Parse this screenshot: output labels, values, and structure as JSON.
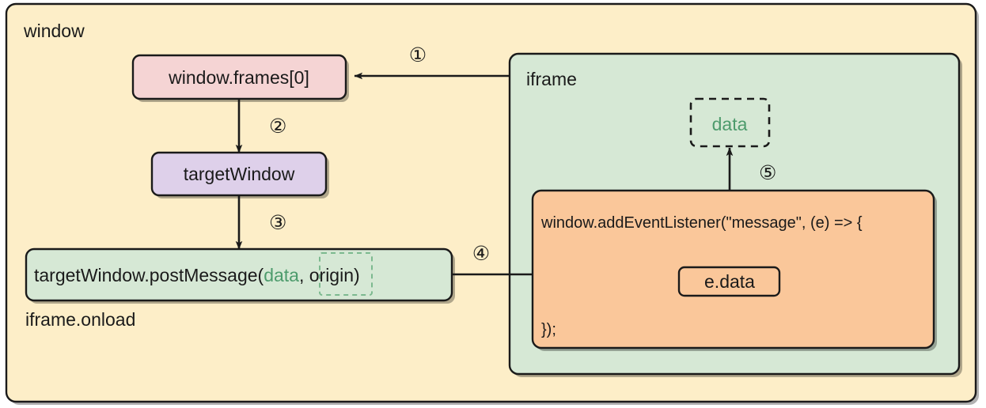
{
  "diagram": {
    "title_window": "window",
    "title_iframe": "iframe",
    "onload_label": "iframe.onload",
    "colors": {
      "window_fill": "#fdeec8",
      "iframe_fill": "#d6e8d5",
      "frames_fill": "#f5d4d4",
      "target_fill": "#ded0ea",
      "postmessage_fill": "#d6e8d5",
      "listener_fill": "#fac79a",
      "edata_fill": "#fac79a",
      "stroke": "#1a1a1a",
      "green_text": "#4d9b6c"
    },
    "nodes": {
      "frames": {
        "label": "window.frames[0]"
      },
      "target_window": {
        "label": "targetWindow"
      },
      "post_message": {
        "prefix": "targetWindow.postMessage(",
        "highlight": "data",
        "suffix": ", origin)"
      },
      "data_box": {
        "label": "data"
      },
      "listener": {
        "line1": "window.addEventListener(\"message\", (e) => {",
        "line2": "});"
      },
      "edata": {
        "label": "e.data"
      }
    },
    "steps": [
      {
        "id": "1",
        "glyph": "①",
        "from": "iframe",
        "to": "window.frames[0]"
      },
      {
        "id": "2",
        "glyph": "②",
        "from": "window.frames[0]",
        "to": "targetWindow"
      },
      {
        "id": "3",
        "glyph": "③",
        "from": "targetWindow",
        "to": "targetWindow.postMessage(data, origin)"
      },
      {
        "id": "4",
        "glyph": "④",
        "from": "targetWindow.postMessage(data, origin)",
        "to": "window.addEventListener"
      },
      {
        "id": "5",
        "glyph": "⑤",
        "from": "e.data",
        "to": "data"
      }
    ]
  }
}
